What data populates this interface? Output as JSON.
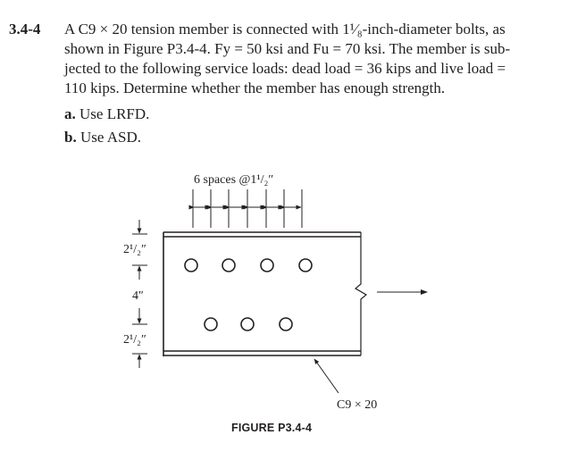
{
  "problem": {
    "number": "3.4-4",
    "lines": [
      "A C9 × 20 tension member is connected with 1¹⁄₈-inch-diameter bolts, as",
      "shown in Figure P3.4-4. Fy = 50 ksi and Fu = 70 ksi. The member is sub-",
      "jected to the following service loads: dead load = 36 kips and live load =",
      "110 kips. Determine whether the member has enough strength."
    ],
    "parts": [
      {
        "label": "a.",
        "text": "Use LRFD."
      },
      {
        "label": "b.",
        "text": "Use ASD."
      }
    ]
  },
  "figure": {
    "spacing_label": "6 spaces @1¹/₂″",
    "edge_dim_top": "2¹/₂″",
    "middle_dim": "4″",
    "edge_dim_bottom": "2¹/₂″",
    "member_label": "C9 × 20",
    "caption": "FIGURE P3.4-4"
  }
}
